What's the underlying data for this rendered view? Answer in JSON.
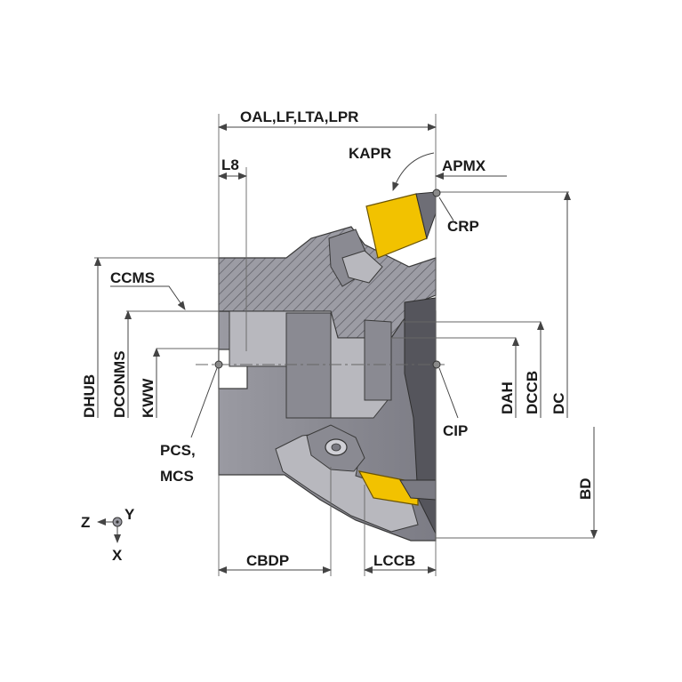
{
  "labels": {
    "oal": "OAL,LF,LTA,LPR",
    "l8": "L8",
    "kapr": "KAPR",
    "apmx": "APMX",
    "crp": "CRP",
    "ccms": "CCMS",
    "dhub": "DHUB",
    "dconms": "DCONMS",
    "kww": "KWW",
    "pcs": "PCS,",
    "mcs": "MCS",
    "cip": "CIP",
    "dah": "DAH",
    "dccb": "DCCB",
    "dc": "DC",
    "bd": "BD",
    "cbdp": "CBDP",
    "lccb": "LCCB",
    "axis_z": "Z",
    "axis_y": "Y",
    "axis_x": "X"
  },
  "colors": {
    "body": "#8f8f97",
    "insert": "#f2c200",
    "line": "#444444"
  }
}
